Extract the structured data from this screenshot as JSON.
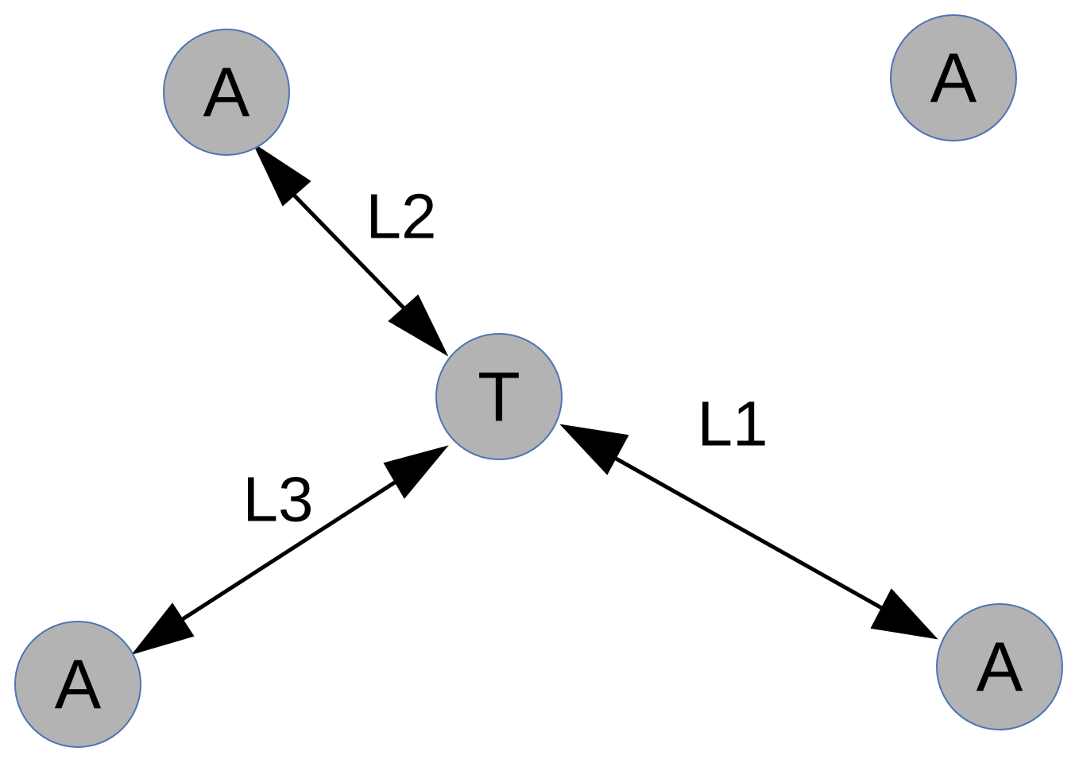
{
  "colors": {
    "node_fill": "#b3b3b3",
    "node_stroke": "#4f74b3",
    "edge": "#000000"
  },
  "nodes": {
    "top_left": {
      "label": "A"
    },
    "top_right": {
      "label": "A"
    },
    "center": {
      "label": "T"
    },
    "bottom_left": {
      "label": "A"
    },
    "bottom_right": {
      "label": "A"
    }
  },
  "edges": {
    "l1": {
      "label": "L1",
      "from": "center",
      "to": "bottom_right",
      "direction": "both"
    },
    "l2": {
      "label": "L2",
      "from": "top_left",
      "to": "center",
      "direction": "both"
    },
    "l3": {
      "label": "L3",
      "from": "bottom_left",
      "to": "center",
      "direction": "both"
    }
  }
}
